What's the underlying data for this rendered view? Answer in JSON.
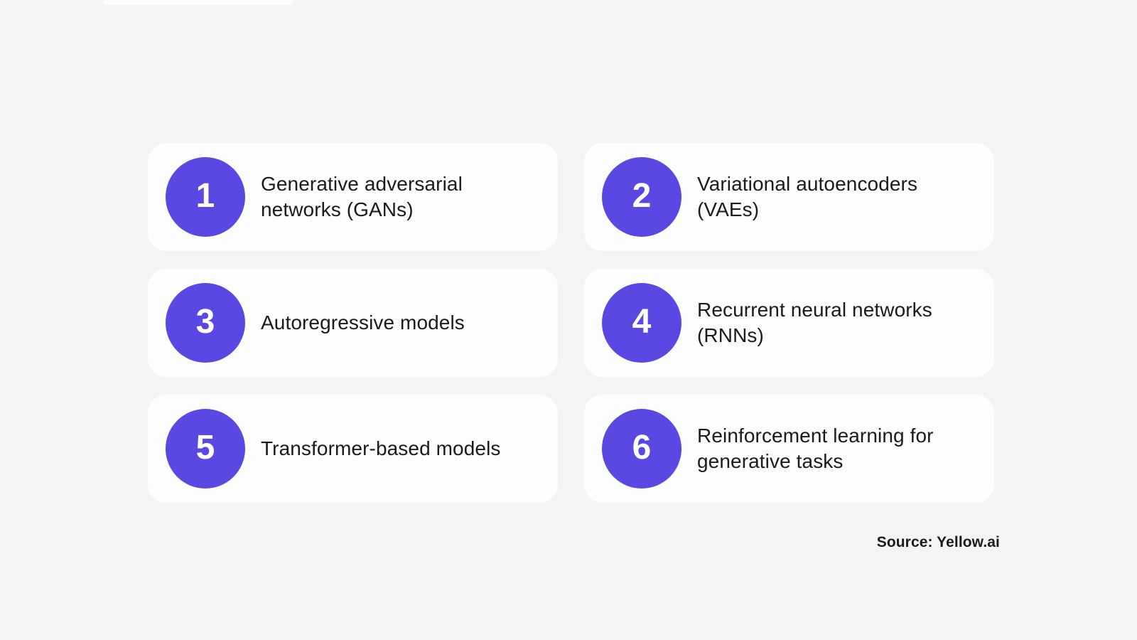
{
  "colors": {
    "background": "#f4f4f4",
    "card": "#fdfdfd",
    "badge": "#5948e1",
    "badge_number": "#ffffff",
    "text": "#1b1b1b"
  },
  "cards": [
    {
      "number": "1",
      "label": "Generative adversarial networks (GANs)",
      "lines": [
        "Generative adversarial",
        "networks (GANs)"
      ]
    },
    {
      "number": "2",
      "label": "Variational autoencoders (VAEs)",
      "lines": [
        "Variational autoencoders",
        "(VAEs)"
      ]
    },
    {
      "number": "3",
      "label": "Autoregressive models",
      "lines": [
        "Autoregressive models"
      ]
    },
    {
      "number": "4",
      "label": "Recurrent neural networks (RNNs)",
      "lines": [
        "Recurrent neural networks",
        "(RNNs)"
      ]
    },
    {
      "number": "5",
      "label": "Transformer-based models",
      "lines": [
        "Transformer-based models"
      ]
    },
    {
      "number": "6",
      "label": "Reinforcement learning for generative tasks",
      "lines": [
        "Reinforcement learning for",
        "generative tasks"
      ]
    }
  ],
  "source": {
    "label": "Source: Yellow.ai"
  }
}
